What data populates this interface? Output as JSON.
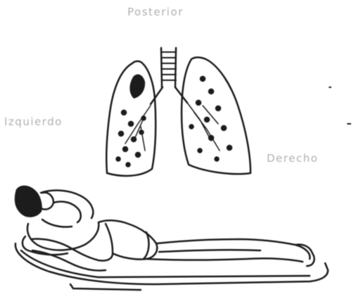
{
  "labels": {
    "top": "Posterior",
    "left": "Izquierdo",
    "right": "Derecho"
  },
  "colors": {
    "ink": "#1a1a1a",
    "label": "#b0b0b0",
    "background": "#ffffff"
  }
}
